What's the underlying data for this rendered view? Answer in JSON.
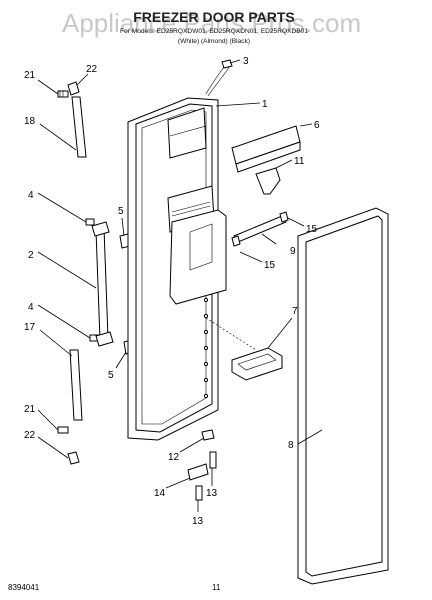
{
  "watermark": "Appliance Parts Pros.com",
  "header": {
    "title": "FREEZER DOOR PARTS",
    "models_line": "For Models: ED25RQXDW01, ED25RQXDN01, ED25RQXDB01",
    "colors_line": "(White)     (Almond)     (Black)"
  },
  "callouts": [
    "1",
    "2",
    "3",
    "4",
    "4",
    "5",
    "5",
    "6",
    "7",
    "8",
    "9",
    "11",
    "12",
    "13",
    "13",
    "14",
    "15",
    "15",
    "17",
    "18",
    "21",
    "21",
    "22",
    "22"
  ],
  "footer": {
    "doc_number": "8394041",
    "page_number": "11"
  }
}
